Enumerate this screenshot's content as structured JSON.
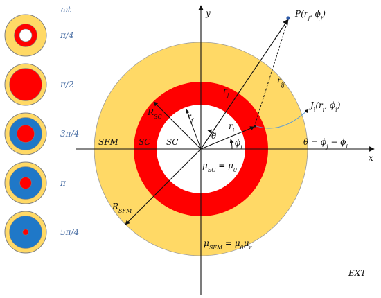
{
  "colors": {
    "sfm_fill": "#FFD966",
    "sc_fill": "#FF0000",
    "current_fill": "#1F78C8",
    "ring_stroke": "#7F7F7F",
    "inset_label": "#4A6FA5"
  },
  "inset": {
    "header": "ωt",
    "items": [
      {
        "label": "π/4",
        "blue_fraction": 0.0,
        "red_fraction": 0.55
      },
      {
        "label": "π/2",
        "blue_fraction": 0.0,
        "red_fraction": 0.78
      },
      {
        "label": "3π/4",
        "blue_fraction": 0.78,
        "red_fraction": 0.42
      },
      {
        "label": "π",
        "blue_fraction": 0.78,
        "red_fraction": 0.28
      },
      {
        "label": "5π/4",
        "blue_fraction": 0.78,
        "red_fraction": 0.14
      }
    ]
  },
  "labels": {
    "axis_y": "y",
    "axis_x": "x",
    "point_p": "P(r",
    "point_p_j": "j",
    "point_p_mid": ", ϕ",
    "point_p_end": ")",
    "r_ij": "r",
    "r_ij_sub": "ij",
    "r_j": "r",
    "r_j_sub": "j",
    "r_i": "r",
    "r_i_sub": "i",
    "r_f": "r",
    "r_f_sub": "f",
    "r_sc": "R",
    "r_sc_sub": "SC",
    "r_sfm": "R",
    "r_sfm_sub": "SFM",
    "theta": "θ",
    "phi_i": "ϕ",
    "phi_i_sub": "i",
    "j_i": "J",
    "j_i_sub": "i",
    "j_i_args": "(r",
    "j_i_args2": ", ϕ",
    "j_i_end": ")",
    "theta_eq": "θ = ϕ",
    "theta_eq_j": "j",
    "theta_eq_minus": " − ϕ",
    "theta_eq_i": "i",
    "sfm": "SFM",
    "sc_ring": "SC",
    "sc_core": "SC",
    "mu_sc": "μ",
    "mu_sc_sub": "SC",
    "mu_sc_eq": " = μ",
    "mu_sc_0": "0",
    "mu_sfm": "μ",
    "mu_sfm_sub": "SFM",
    "mu_sfm_eq": " = μ",
    "mu_sfm_0": "0",
    "mu_sfm_mu": "μ",
    "mu_sfm_r": "r",
    "ext": "EXT"
  }
}
